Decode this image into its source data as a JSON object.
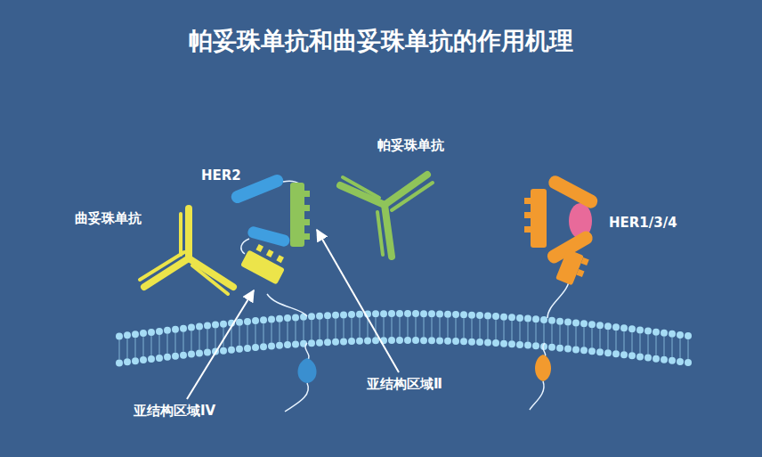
{
  "diagram": {
    "title": "帕妥珠单抗和曲妥珠单抗的作用机理",
    "labels": [
      "曲妥珠单抗",
      "HER2",
      "帕妥珠单抗",
      "HER1/3/4",
      "亚结构区域IV",
      "亚结构区域Ⅱ"
    ]
  }
}
